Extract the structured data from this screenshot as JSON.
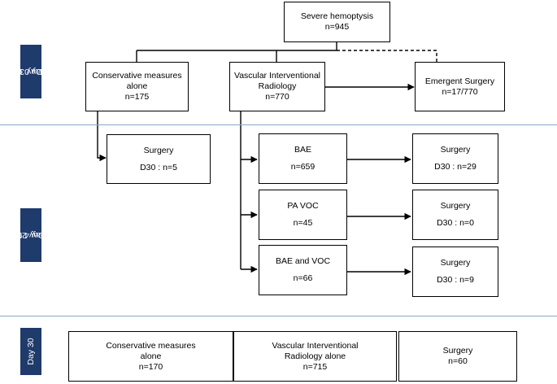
{
  "phases": {
    "day0_3": [
      "Day 0 to",
      "Day 3"
    ],
    "day4_29": [
      "Day 4 to",
      "Day 29"
    ],
    "day30": "Day 30"
  },
  "top": {
    "title": "Severe hemoptysis",
    "count": "n=945"
  },
  "conservative": {
    "line1": "Conservative measures",
    "line2": "alone",
    "count": "n=175"
  },
  "vir": {
    "line1": "Vascular Interventional",
    "line2": "Radiology",
    "count": "n=770"
  },
  "emergent": {
    "title": "Emergent Surgery",
    "count": "n=17/770"
  },
  "cons_surgery": {
    "title": "Surgery",
    "count": "D30 : n=5"
  },
  "bae": {
    "title": "BAE",
    "count": "n=659"
  },
  "pavoc": {
    "title": "PA VOC",
    "count": "n=45"
  },
  "baevoc": {
    "title": "BAE and VOC",
    "count": "n=66"
  },
  "surg_bae": {
    "title": "Surgery",
    "count": "D30 : n=29"
  },
  "surg_pavoc": {
    "title": "Surgery",
    "count": "D30 : n=0"
  },
  "surg_baevoc": {
    "title": "Surgery",
    "count": "D30 : n=9"
  },
  "final_cons": {
    "line1": "Conservative measures",
    "line2": "alone",
    "count": "n=170"
  },
  "final_vir": {
    "line1": "Vascular Interventional",
    "line2": "Radiology alone",
    "count": "n=715"
  },
  "final_surg": {
    "title": "Surgery",
    "count": "n=60"
  }
}
